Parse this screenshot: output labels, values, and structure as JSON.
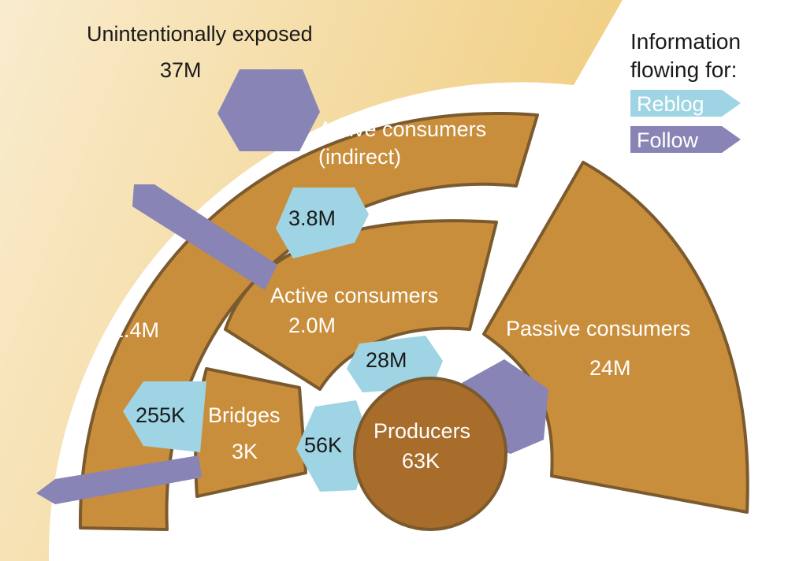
{
  "colors": {
    "background_gradient_start": "#f7e6be",
    "background_gradient_end": "#f0cd7e",
    "section_fill": "#c98e3b",
    "section_stroke": "#7a5a2e",
    "producers_fill": "#a86d2b",
    "reblog_arrow": "#9fd4e4",
    "follow_arrow": "#8884b6"
  },
  "groups": {
    "unintentional": {
      "label": "Unintentionally exposed",
      "value": "37M"
    },
    "active_indirect": {
      "label_line1": "Active consumers",
      "label_line2": "(indirect)",
      "value": "2.4M"
    },
    "active": {
      "label": "Active consumers",
      "value": "2.0M"
    },
    "passive": {
      "label": "Passive consumers",
      "value": "24M"
    },
    "bridges": {
      "label": "Bridges",
      "value": "3K"
    },
    "producers": {
      "label": "Producers",
      "value": "63K"
    }
  },
  "flows": {
    "reblog_to_active_indirect": "3.8M",
    "reblog_to_active": "28M",
    "reblog_to_bridges": "56K",
    "reblog_from_bridges": "255K"
  },
  "legend": {
    "title_line1": "Information",
    "title_line2": "flowing for:",
    "reblog_label": "Reblog",
    "follow_label": "Follow"
  }
}
